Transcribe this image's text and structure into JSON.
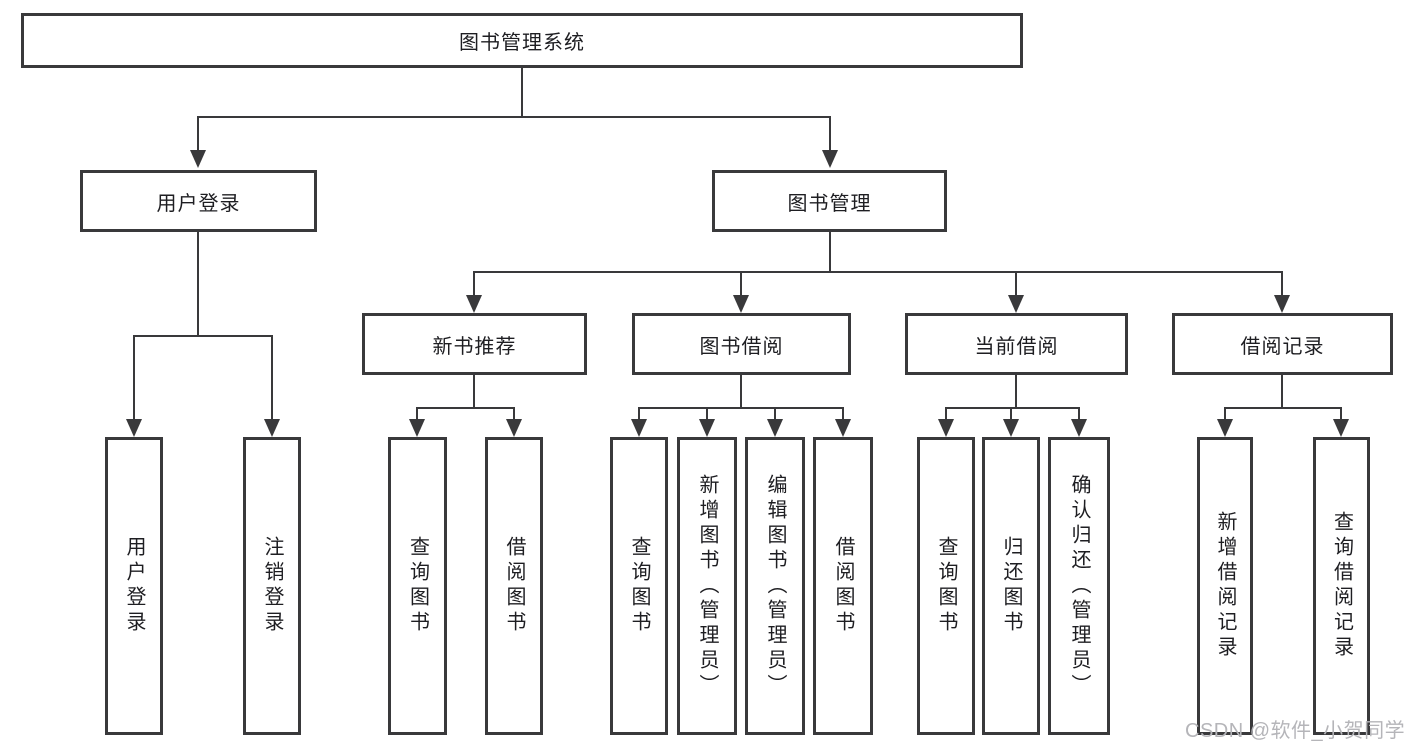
{
  "colors": {
    "line": "#39393b",
    "text": "#1e1e22",
    "watermark": "#b5b5b9",
    "background": "#ffffff"
  },
  "nodes": {
    "root": {
      "label": "图书管理系统"
    },
    "user_login": {
      "label": "用户登录"
    },
    "book_mgmt": {
      "label": "图书管理"
    },
    "new_book": {
      "label": "新书推荐"
    },
    "book_borrow": {
      "label": "图书借阅"
    },
    "current_borrow": {
      "label": "当前借阅"
    },
    "borrow_record": {
      "label": "借阅记录"
    },
    "leaf_user_login": {
      "label": "用户登录"
    },
    "leaf_logout": {
      "label": "注销登录"
    },
    "leaf_nb_query": {
      "label": "查询图书"
    },
    "leaf_nb_borrow": {
      "label": "借阅图书"
    },
    "leaf_bb_query": {
      "label": "查询图书"
    },
    "leaf_bb_add": {
      "label": "新增图书（管理员）"
    },
    "leaf_bb_edit": {
      "label": "编辑图书（管理员）"
    },
    "leaf_bb_borrow": {
      "label": "借阅图书"
    },
    "leaf_cb_query": {
      "label": "查询图书"
    },
    "leaf_cb_return": {
      "label": "归还图书"
    },
    "leaf_cb_confirm": {
      "label": "确认归还（管理员）"
    },
    "leaf_br_add": {
      "label": "新增借阅记录"
    },
    "leaf_br_query": {
      "label": "查询借阅记录"
    }
  },
  "watermark": {
    "text": "CSDN @软件_小贺同学"
  }
}
